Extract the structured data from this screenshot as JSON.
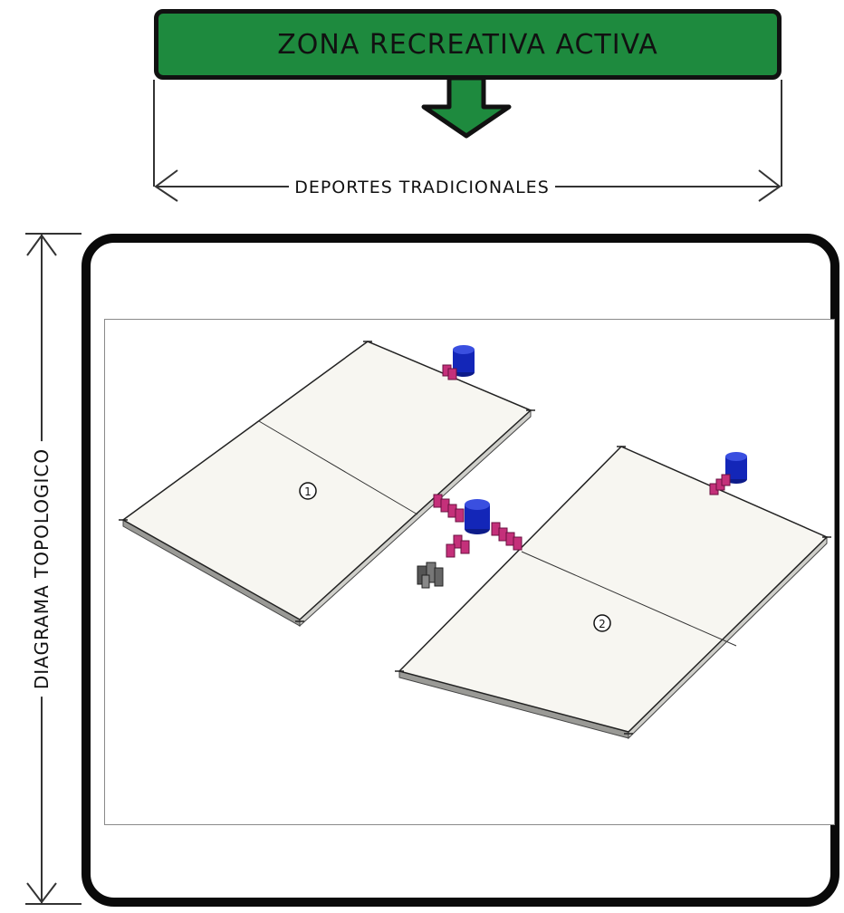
{
  "banner": {
    "title": "ZONA RECREATIVA ACTIVA",
    "fill_color": "#1e8a3e"
  },
  "width_dimension": {
    "label": "DEPORTES TRADICIONALES"
  },
  "height_dimension": {
    "label": "DIAGRAMA TOPOLOGICO"
  },
  "courts": [
    {
      "number": "1"
    },
    {
      "number": "2"
    }
  ],
  "colors": {
    "court_surface": "#f7f6f1",
    "seat_pink": "#c4307a",
    "bin_blue": "#1326b8",
    "frame": "#0a0a0a"
  }
}
